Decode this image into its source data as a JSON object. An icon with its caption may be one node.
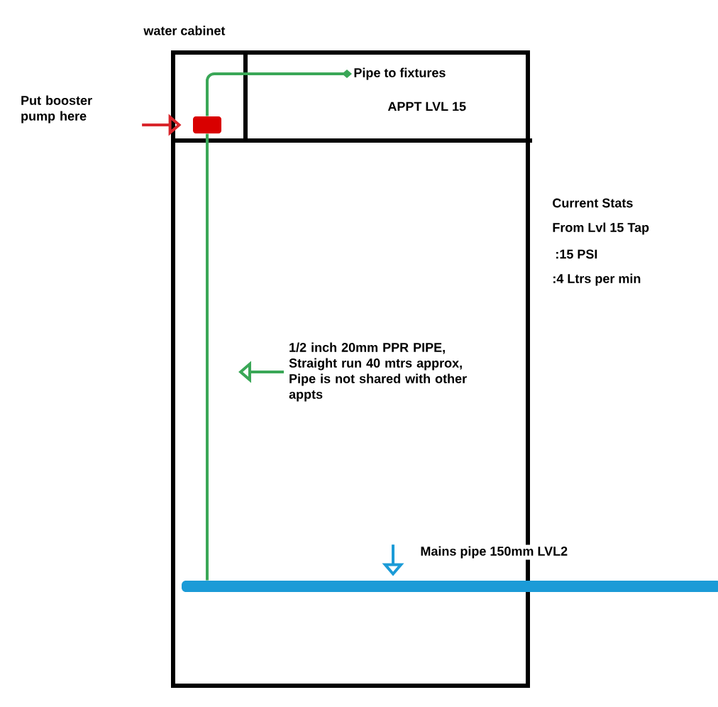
{
  "diagram": {
    "nodes": [
      {
        "text": [
          "water cabinet"
        ]
      },
      {
        "text": [
          "Put booster pump here"
        ]
      },
      {
        "text": [],
        "shape": "box",
        "in": 0
      },
      {
        "text": [
          "Pipe to fixtures"
        ],
        "in": 0
      },
      {
        "text": [],
        "shape": "bar"
      },
      {
        "text": [
          "1/2 inch 20mm PPR PIPE, Straight run 40 mtrs approx, Pipe is not shared with other appts"
        ],
        "in": 0
      },
      {
        "text": [
          "Mains pipe 150mm LVL2"
        ]
      }
    ],
    "edges": [
      {
        "from": 1,
        "to": 2,
        "arrow": "to",
        "color": "#d9262c"
      },
      {
        "from": 2,
        "to": 3,
        "arrow": "other",
        "color": "#3aa757"
      },
      {
        "from": 4,
        "to": 2,
        "arrow": "none",
        "color": "#3aa757"
      },
      {
        "from": 5,
        "to": null,
        "arrow": "to",
        "color": "#3aa757"
      },
      {
        "from": 6,
        "to": 4,
        "arrow": "to",
        "color": "#1b9bd7"
      }
    ],
    "labels": [
      "APPT LVL 15",
      "Current Stats",
      "From Lvl 15 Tap",
      ":15 PSI",
      ":4 Ltrs per min"
    ]
  }
}
